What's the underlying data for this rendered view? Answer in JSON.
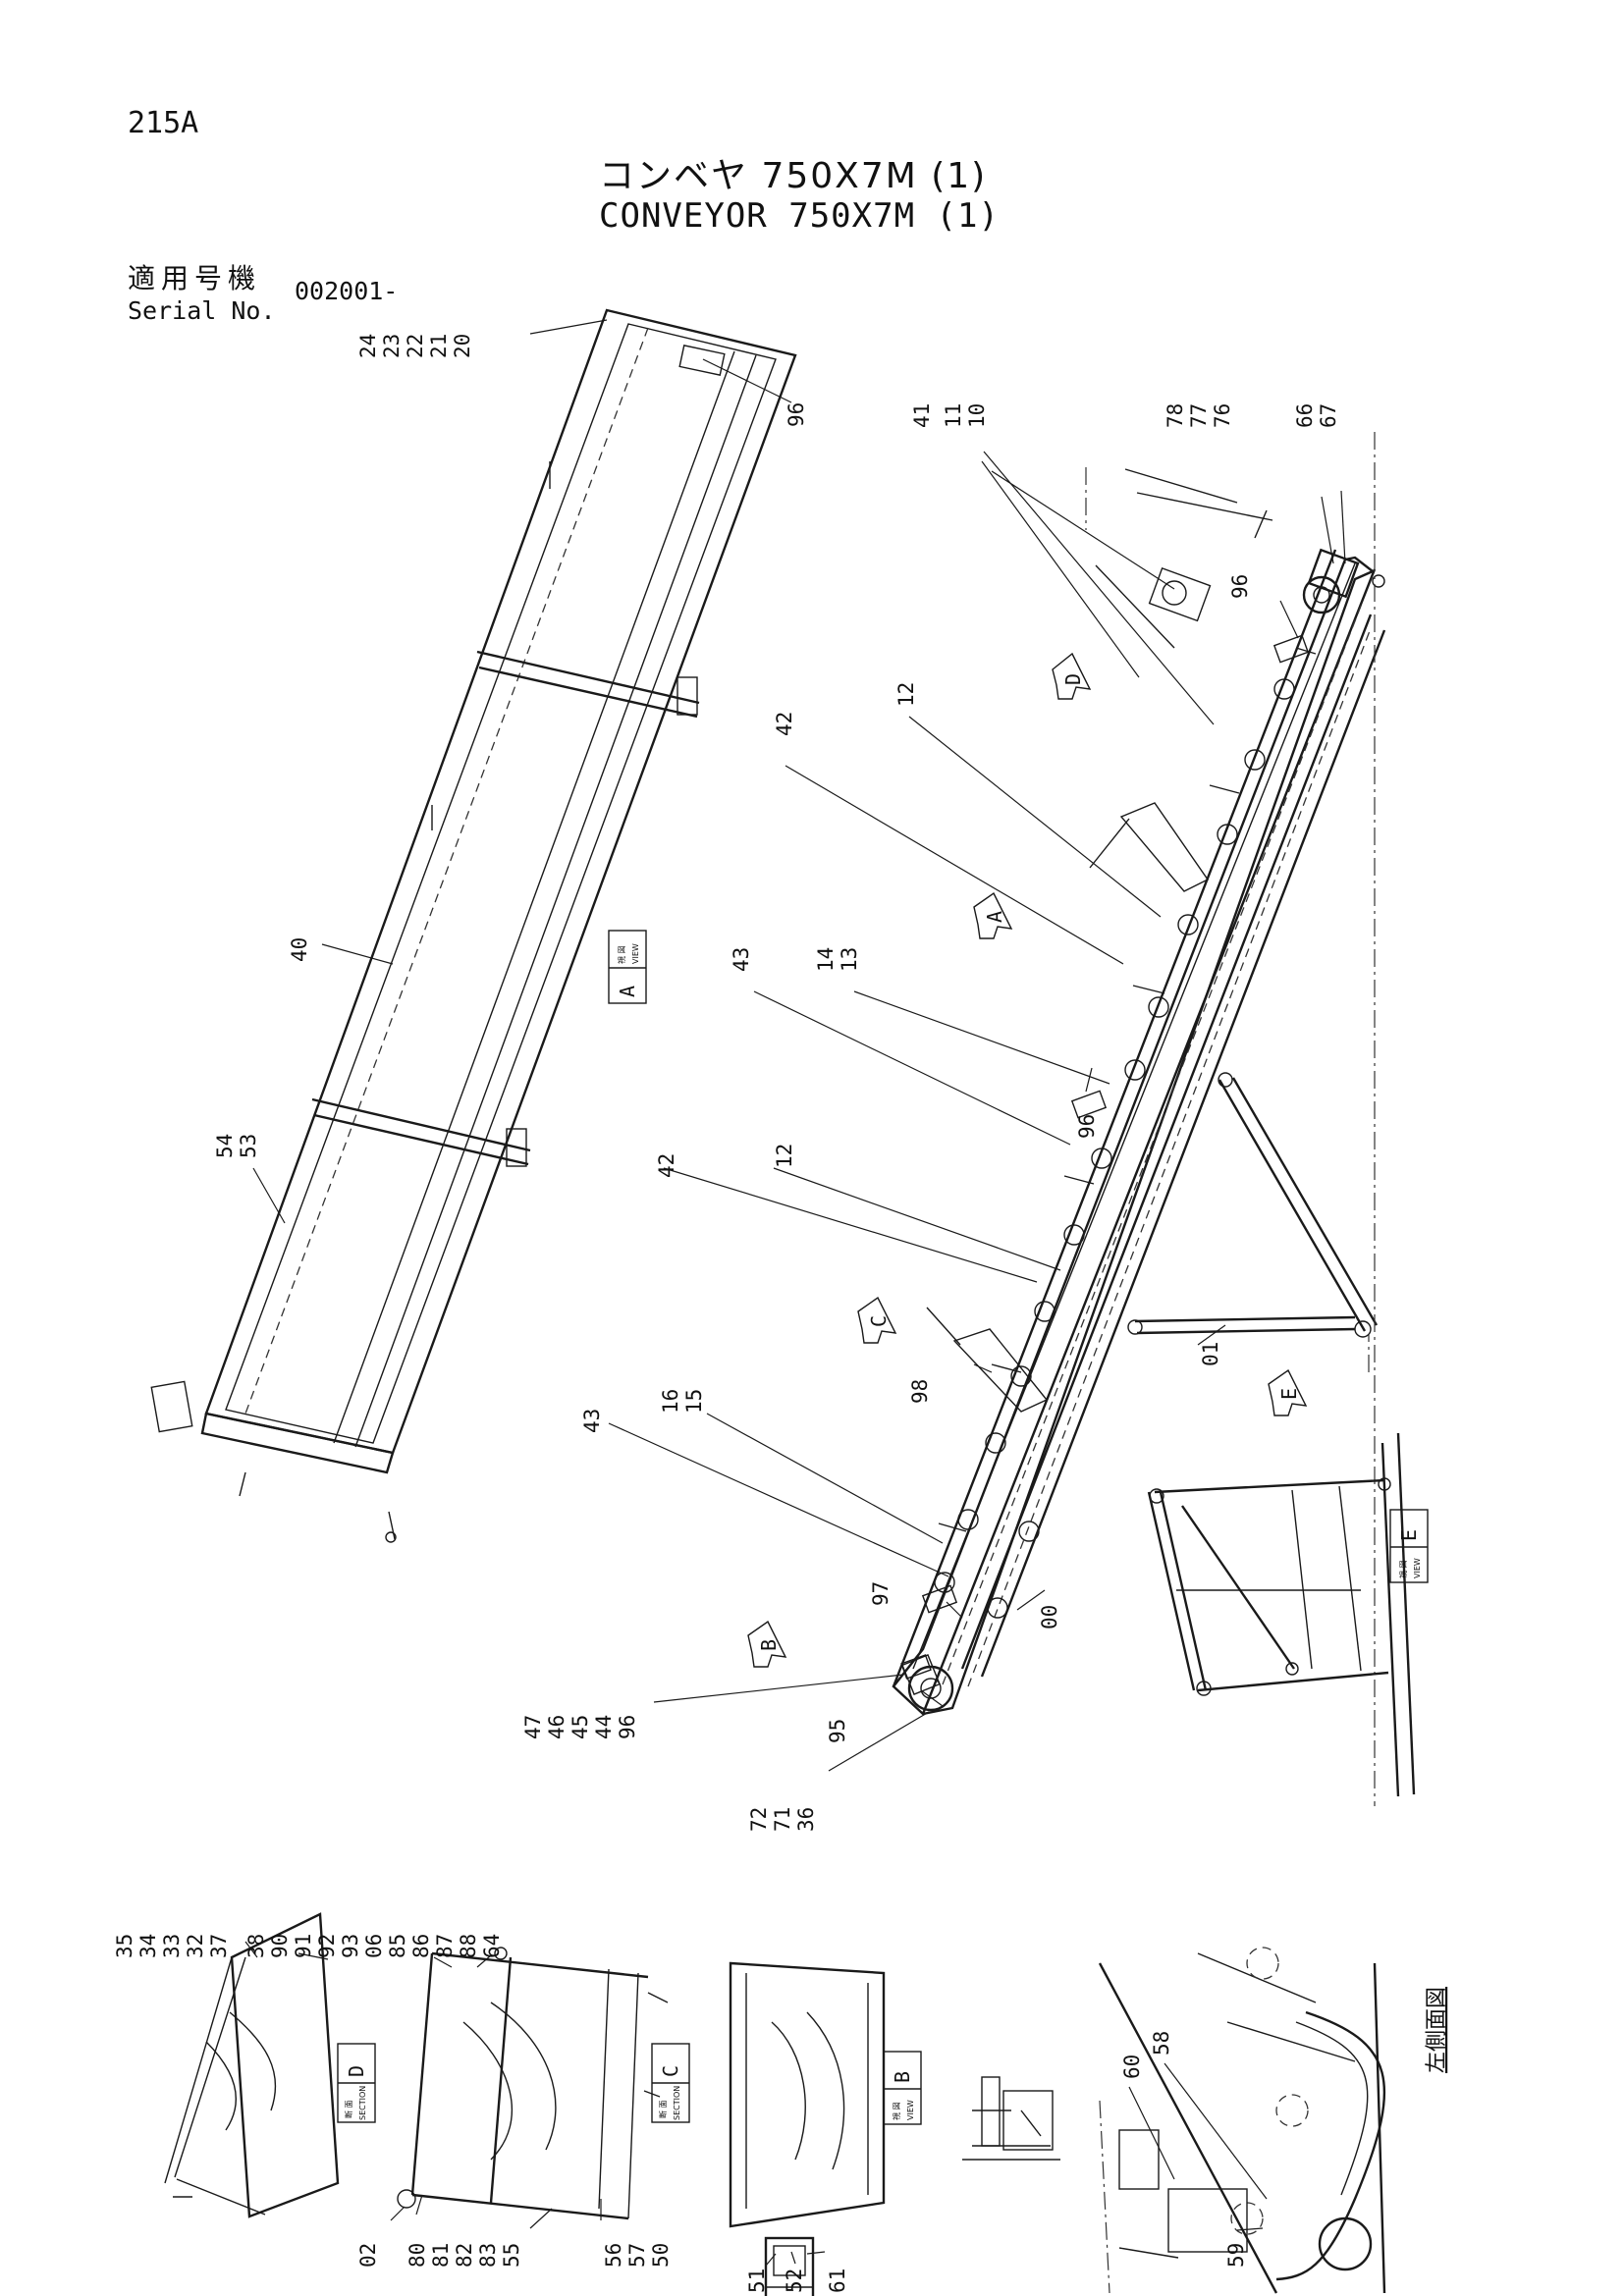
{
  "header": {
    "page_number": "215A",
    "title_ja": "コンベヤ 750X7M (1)",
    "title_en": "CONVEYOR 750X7M (1)",
    "serial_label_ja": "適用号機",
    "serial_label_en": "Serial No.",
    "serial_value": "002001-"
  },
  "part_labels": [
    "24",
    "23",
    "22",
    "21",
    "20",
    "96",
    "11",
    "10",
    "41",
    "78",
    "77",
    "76",
    "66",
    "67",
    "96",
    "42",
    "12",
    "40",
    "43",
    "14",
    "13",
    "96",
    "54",
    "53",
    "42",
    "12",
    "43",
    "16",
    "15",
    "98",
    "01",
    "97",
    "00",
    "47",
    "46",
    "45",
    "44",
    "96",
    "95",
    "72",
    "71",
    "36",
    "35",
    "34",
    "33",
    "32",
    "37",
    "38",
    "90",
    "91",
    "92",
    "93",
    "06",
    "85",
    "86",
    "87",
    "88",
    "64",
    "02",
    "80",
    "81",
    "82",
    "83",
    "55",
    "56",
    "57",
    "50",
    "51",
    "52",
    "61",
    "60",
    "58",
    "59"
  ],
  "view_tags": [
    {
      "kind": "VIEW",
      "letter": "A",
      "ja": "視 図"
    },
    {
      "kind": "VIEW",
      "letter": "E",
      "ja": "視 図"
    },
    {
      "kind": "SECTION",
      "letter": "D",
      "ja": "断 面"
    },
    {
      "kind": "SECTION",
      "letter": "C",
      "ja": "断 面"
    },
    {
      "kind": "VIEW",
      "letter": "B",
      "ja": "視 図"
    }
  ],
  "view_arrows": [
    "D",
    "A",
    "C",
    "E",
    "B"
  ],
  "side_view_label": "左側面図"
}
